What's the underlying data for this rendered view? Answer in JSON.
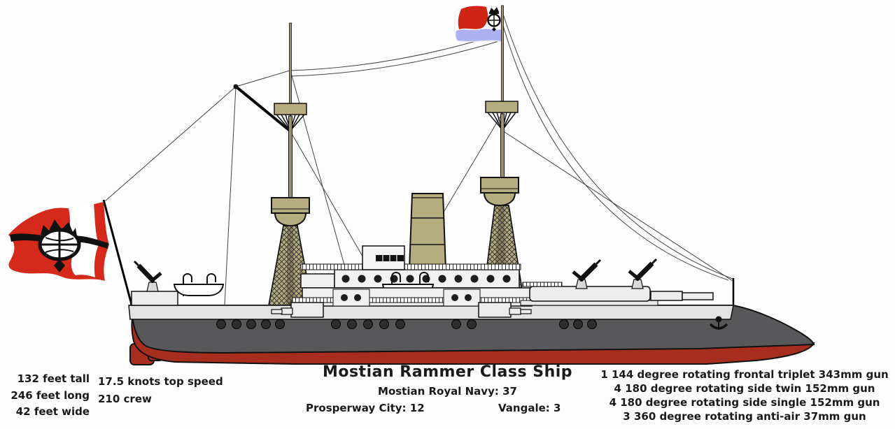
{
  "title": "Mostian Rammer Class Ship",
  "fleet_counts": {
    "mostian_royal_navy": "Mostian Royal Navy: 37",
    "prosperway_city": "Prosperway City: 12",
    "vangale": "Vangale: 3"
  },
  "specs": {
    "height": "132 feet tall",
    "length": "246 feet long",
    "width": "42 feet wide",
    "speed": "17.5 knots top speed",
    "crew": "210 crew"
  },
  "armament": [
    "1 144 degree rotating frontal triplet 343mm gun",
    "4 180 degree rotating side twin 152mm gun",
    "4 180 degree rotating side single 152mm gun",
    "3 360 degree rotating anti-air 37mm gun"
  ],
  "icons": {
    "stern_flag_emblem": "crown-crest-icon",
    "jack_flag_emblem": "crown-crest-icon",
    "hull_marking": "anchor-icon"
  },
  "colors": {
    "background": "#fdfdfd",
    "hull_gray": "#58585a",
    "hull_red": "#a72d1e",
    "deck_light": "#e4e3e3",
    "superstructure": "#efefef",
    "mast_khaki": "#b5ac80",
    "pole_khaki": "#9a9271",
    "flag_red": "#d5291b",
    "flag_blue": "#abb1f1",
    "outline": "#111111",
    "text": "#1a1a1a"
  }
}
